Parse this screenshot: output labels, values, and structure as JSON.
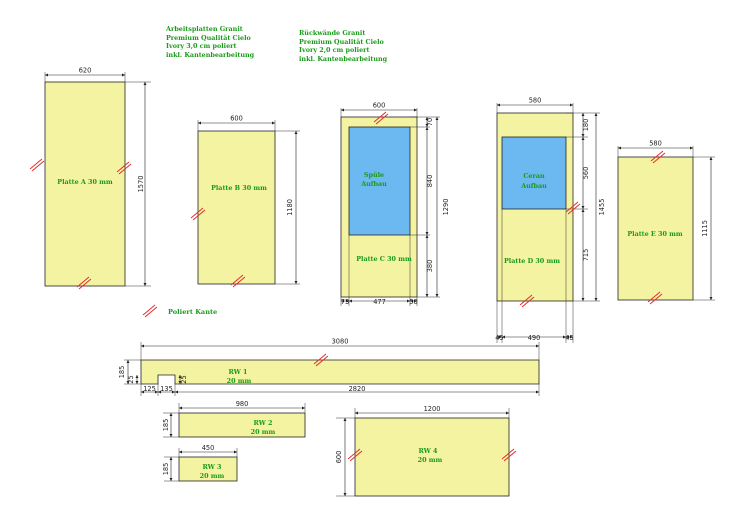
{
  "notes": {
    "countertops": [
      "Arbeitsplatten Granit",
      "Premium Qualität Cielo",
      "Ivory 3,0 cm poliert",
      "inkl. Kantenbearbeitung"
    ],
    "backsplash": [
      "Rückwände Granit",
      "Premium Qualität Cielo",
      "Ivory 2,0 cm poliert",
      "inkl. Kantenbearbeitung"
    ]
  },
  "legend": {
    "label": "Poliert Kante"
  },
  "colors": {
    "slab": "#f3f3a2",
    "cutout": "#6cb8f0",
    "polish": "#e03030",
    "label": "#1a9a1a"
  },
  "panels": {
    "a": {
      "name": "Platte A 30 mm",
      "width": "620",
      "height": "1570"
    },
    "b": {
      "name": "Platte B 30 mm",
      "width": "600",
      "height": "1180"
    },
    "c": {
      "name": "Platte C 30 mm",
      "width": "600",
      "height": "1290",
      "top_gap": "70",
      "cut_height": "840",
      "below_cut": "380",
      "left": "73",
      "cut_width": "477",
      "right": "50",
      "cutout_line1": "Spüle",
      "cutout_line2": "Aufbau"
    },
    "d": {
      "name": "Platte D 30 mm",
      "width": "580",
      "height": "1455",
      "top_gap": "180",
      "cut_height": "560",
      "below_cut": "715",
      "left": "45",
      "cut_width": "490",
      "right": "45",
      "cutout_line1": "Ceran",
      "cutout_line2": "Aufbau"
    },
    "e": {
      "name": "Platte E 30 mm",
      "width": "580",
      "height": "1115"
    },
    "rw1": {
      "name": "RW 1",
      "thickness": "20 mm",
      "width": "3080",
      "height": "185",
      "notch_height": "25",
      "notch_left": "125",
      "notch_width": "135",
      "bottom": "2820"
    },
    "rw2": {
      "name": "RW 2",
      "thickness": "20 mm",
      "width": "980",
      "height": "185"
    },
    "rw3": {
      "name": "RW 3",
      "thickness": "20 mm",
      "width": "450",
      "height": "185"
    },
    "rw4": {
      "name": "RW 4",
      "thickness": "20 mm",
      "width": "1200",
      "height": "600"
    }
  }
}
